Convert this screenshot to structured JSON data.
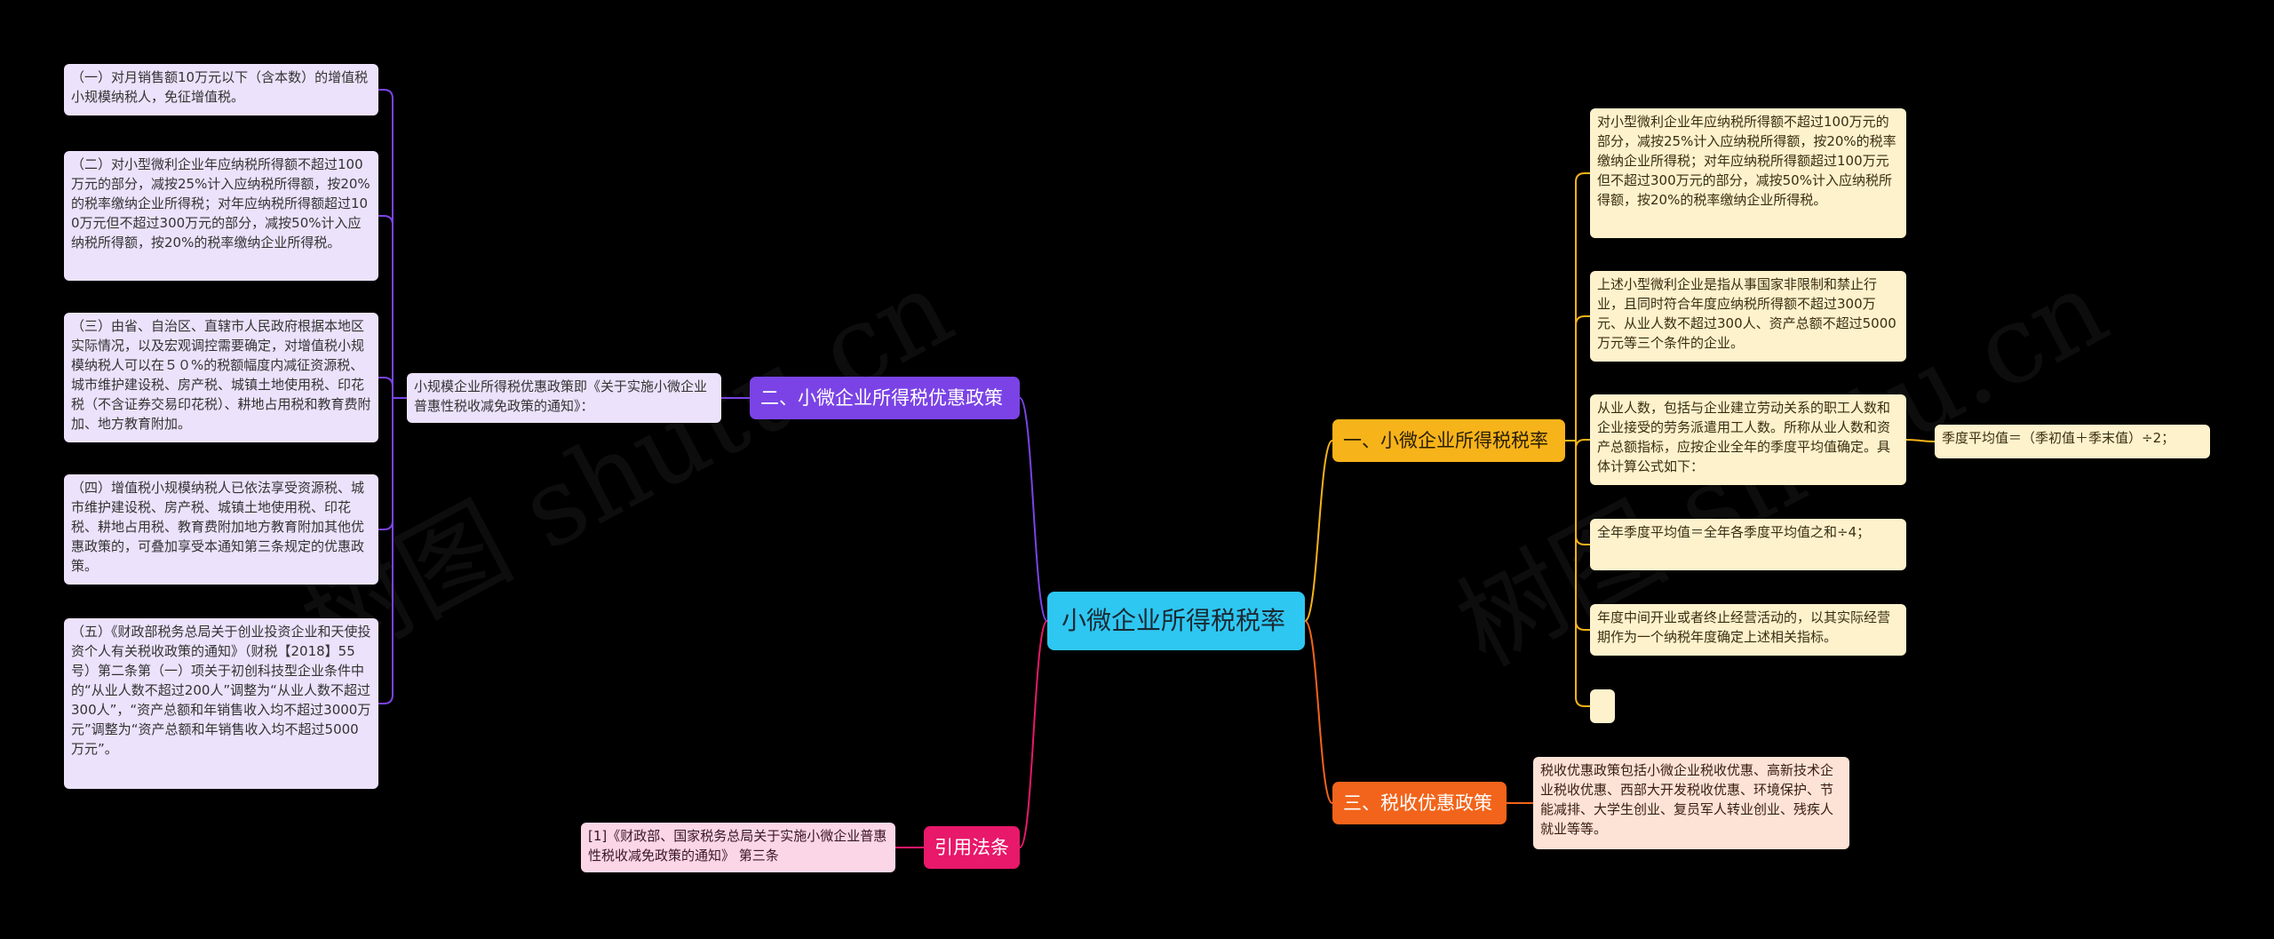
{
  "root": {
    "label": "小微企业所得税税率"
  },
  "colors": {
    "root": "#2ec7f2",
    "purple": "#7b43e6",
    "yellow": "#f6b31a",
    "orange": "#f2641b",
    "pink": "#e8186a"
  },
  "watermark": "树图 shutu.cn",
  "left_branch_purple": {
    "label": "二、小微企业所得税优惠政策",
    "intermediate": "小规模企业所得税优惠政策即《关于实施小微企业普惠性税收减免政策的通知》：",
    "items": [
      "（一）对月销售额10万元以下（含本数）的增值税小规模纳税人，免征增值税。",
      "（二）对小型微利企业年应纳税所得额不超过100万元的部分，减按25%计入应纳税所得额，按20%的税率缴纳企业所得税；对年应纳税所得额超过100万元但不超过300万元的部分，减按50%计入应纳税所得额，按20%的税率缴纳企业所得税。",
      "（三）由省、自治区、直辖市人民政府根据本地区实际情况，以及宏观调控需要确定，对增值税小规模纳税人可以在５０%的税额幅度内减征资源税、城市维护建设税、房产税、城镇土地使用税、印花税（不含证券交易印花税）、耕地占用税和教育费附加、地方教育附加。",
      "（四）增值税小规模纳税人已依法享受资源税、城市维护建设税、房产税、城镇土地使用税、印花税、耕地占用税、教育费附加地方教育附加其他优惠政策的，可叠加享受本通知第三条规定的优惠政策。",
      "（五）《财政部税务总局关于创业投资企业和天使投资个人有关税收政策的通知》（财税【2018】55号）第二条第（一）项关于初创科技型企业条件中的“从业人数不超过200人”调整为“从业人数不超过300人”，“资产总额和年销售收入均不超过3000万元”调整为“资产总额和年销售收入均不超过5000万元”。"
    ]
  },
  "left_branch_pink": {
    "label": "引用法条",
    "items": [
      "[1]《财政部、国家税务总局关于实施小微企业普惠性税收减免政策的通知》 第三条"
    ]
  },
  "right_branch_yellow": {
    "label": "一、小微企业所得税税率",
    "items": [
      "对小型微利企业年应纳税所得额不超过100万元的部分，减按25%计入应纳税所得额，按20%的税率缴纳企业所得税；对年应纳税所得额超过100万元但不超过300万元的部分，减按50%计入应纳税所得额，按20%的税率缴纳企业所得税。",
      "上述小型微利企业是指从事国家非限制和禁止行业，且同时符合年度应纳税所得额不超过300万元、从业人数不超过300人、资产总额不超过5000万元等三个条件的企业。",
      "从业人数，包括与企业建立劳动关系的职工人数和企业接受的劳务派遣用工人数。所称从业人数和资产总额指标，应按企业全年的季度平均值确定。具体计算公式如下：",
      "全年季度平均值＝全年各季度平均值之和÷4；",
      "年度中间开业或者终止经营活动的，以其实际经营期作为一个纳税年度确定上述相关指标。",
      ""
    ],
    "sub_item": "季度平均值＝（季初值＋季末值）÷2；"
  },
  "right_branch_orange": {
    "label": "三、税收优惠政策",
    "items": [
      "税收优惠政策包括小微企业税收优惠、高新技术企业税收优惠、西部大开发税收优惠、环境保护、节能减排、大学生创业、复员军人转业创业、残疾人就业等等。"
    ]
  }
}
